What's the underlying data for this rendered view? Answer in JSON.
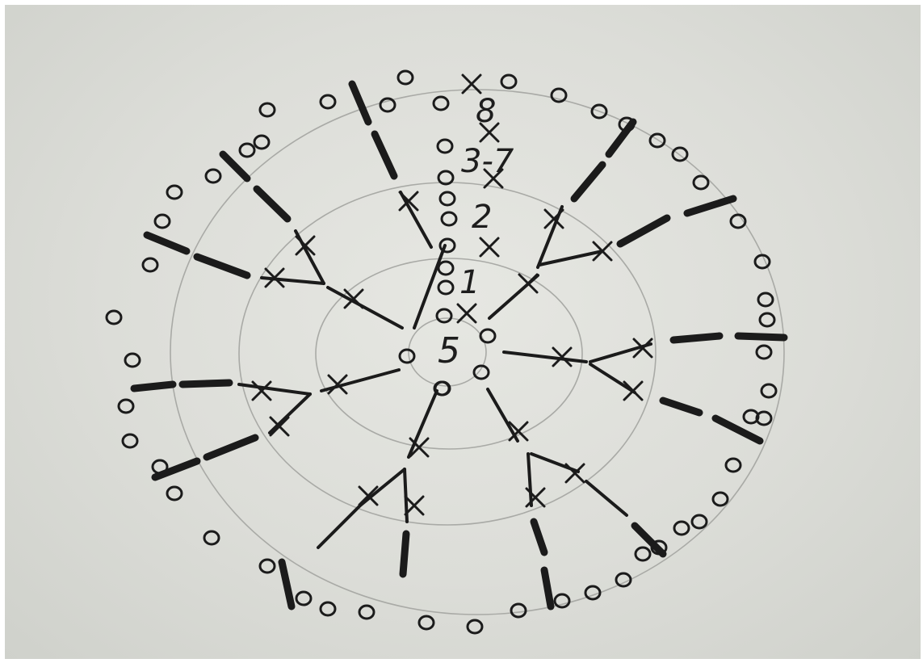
{
  "diagram": {
    "type": "crochet-stitch-chart",
    "ink_color": "#1b1b1b",
    "paper_color": "#dedfda",
    "guide_color": "#a9aaa6",
    "symbols": {
      "chain": "o",
      "single_crochet": "x",
      "double_crochet": "bar"
    },
    "labels": [
      "5",
      "1",
      "2",
      "3-7",
      "8"
    ]
  }
}
